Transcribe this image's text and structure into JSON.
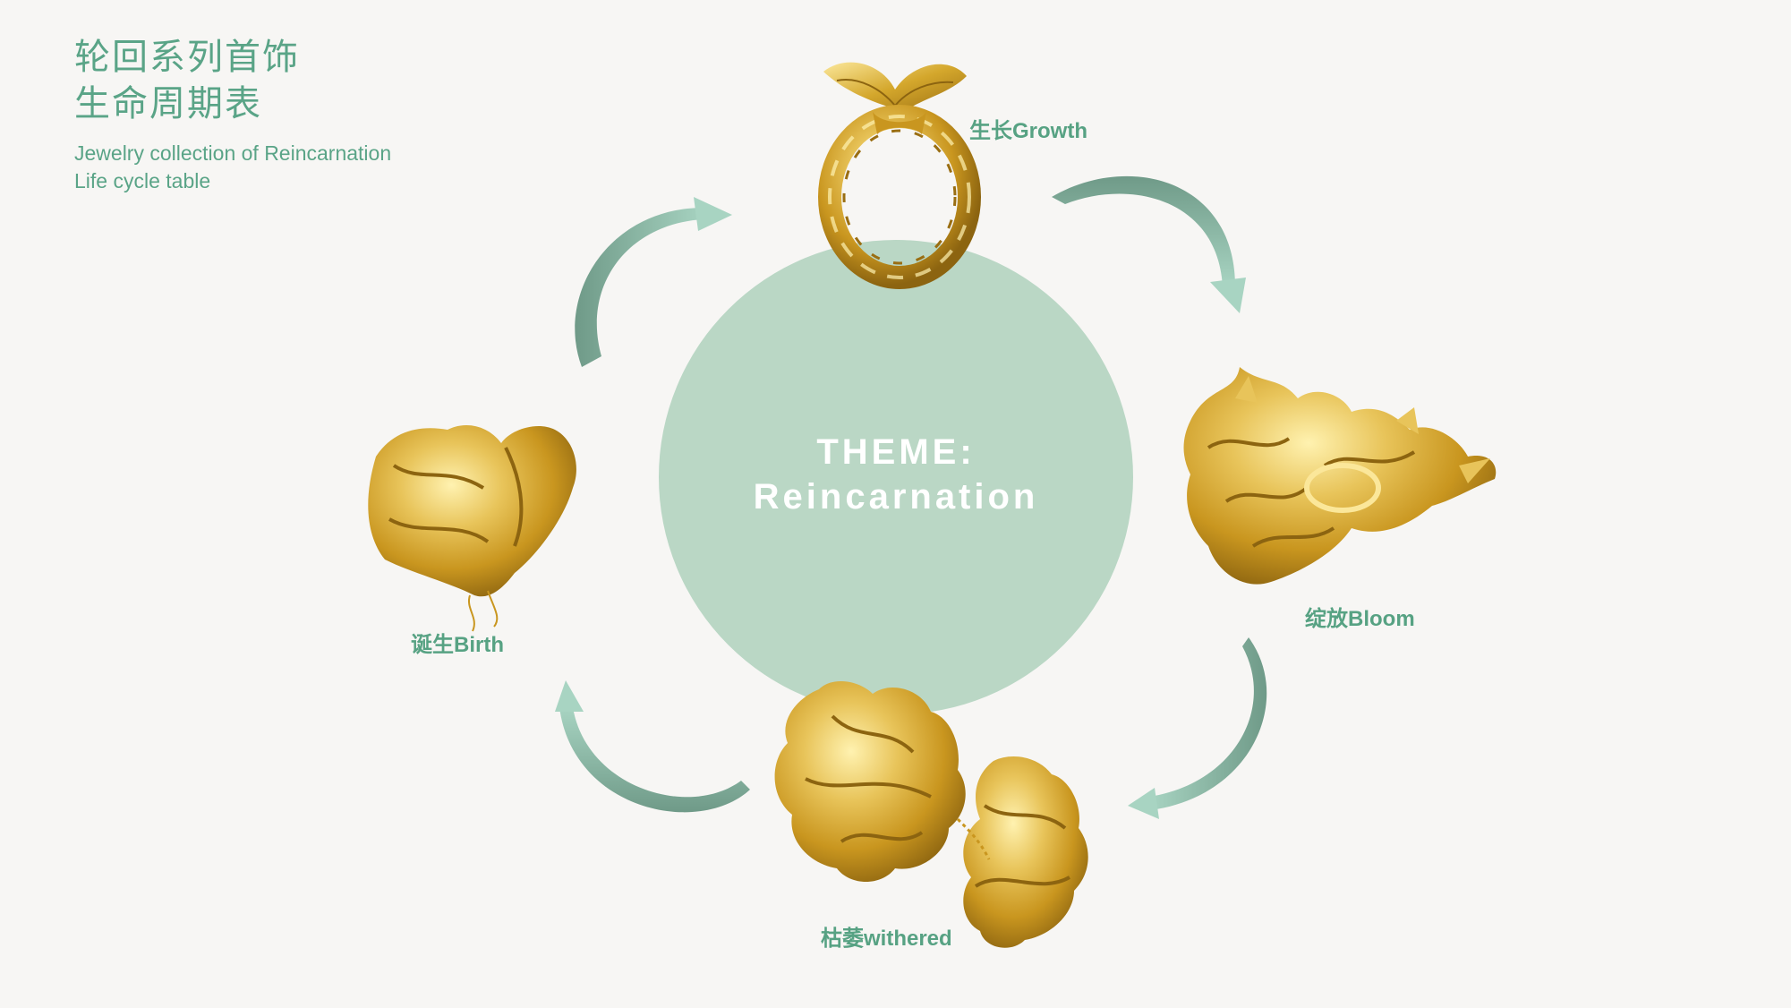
{
  "header": {
    "title_zh_line1": "轮回系列首饰",
    "title_zh_line2": "生命周期表",
    "title_en_line1": "Jewelry collection of Reincarnation",
    "title_en_line2": "Life cycle table"
  },
  "center": {
    "line1": "THEME:",
    "line2": "Reincarnation"
  },
  "stages": [
    {
      "label": "生长Growth"
    },
    {
      "label": "绽放Bloom"
    },
    {
      "label": "枯萎withered"
    },
    {
      "label": "诞生Birth"
    }
  ],
  "colors": {
    "background": "#f7f6f4",
    "accent": "#5aa487",
    "circle": "#bad7c5",
    "arrow_light": "#a8d4c2",
    "arrow_dark": "#6f9a88",
    "gold": "#d4a72c"
  }
}
